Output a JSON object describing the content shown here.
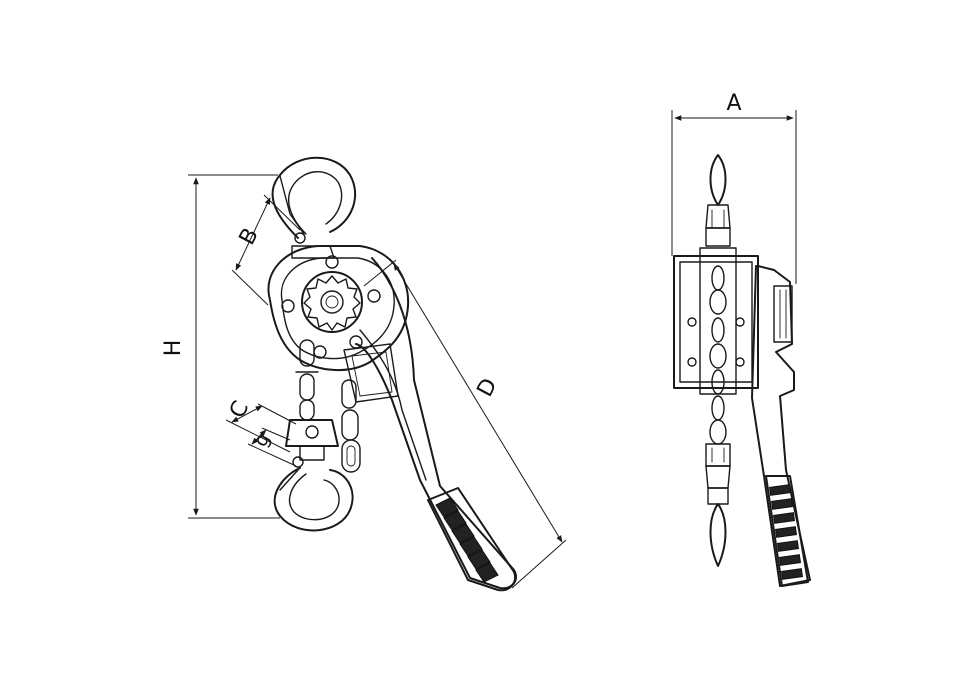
{
  "labels": {
    "A": "A",
    "B": "B",
    "C": "C",
    "D": "D",
    "g": "g",
    "H": "H"
  },
  "colors": {
    "line": "#1a1a1a",
    "background": "#ffffff",
    "grip": "#222222"
  }
}
